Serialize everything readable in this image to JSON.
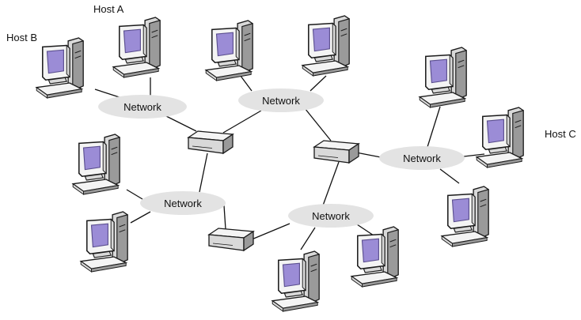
{
  "diagram": {
    "labels": {
      "host_a": "Host A",
      "host_b": "Host B",
      "host_c": "Host C"
    },
    "network_label": "Network",
    "colors": {
      "screen": "#9b8cd6",
      "screen_edge": "#5b4f8f",
      "case_light": "#f4f4f4",
      "case_mid": "#d9d9d9",
      "case_dark": "#9a9a9a",
      "outline": "#1a1a1a",
      "network_fill": "#e3e3e3",
      "link": "#111111"
    }
  }
}
